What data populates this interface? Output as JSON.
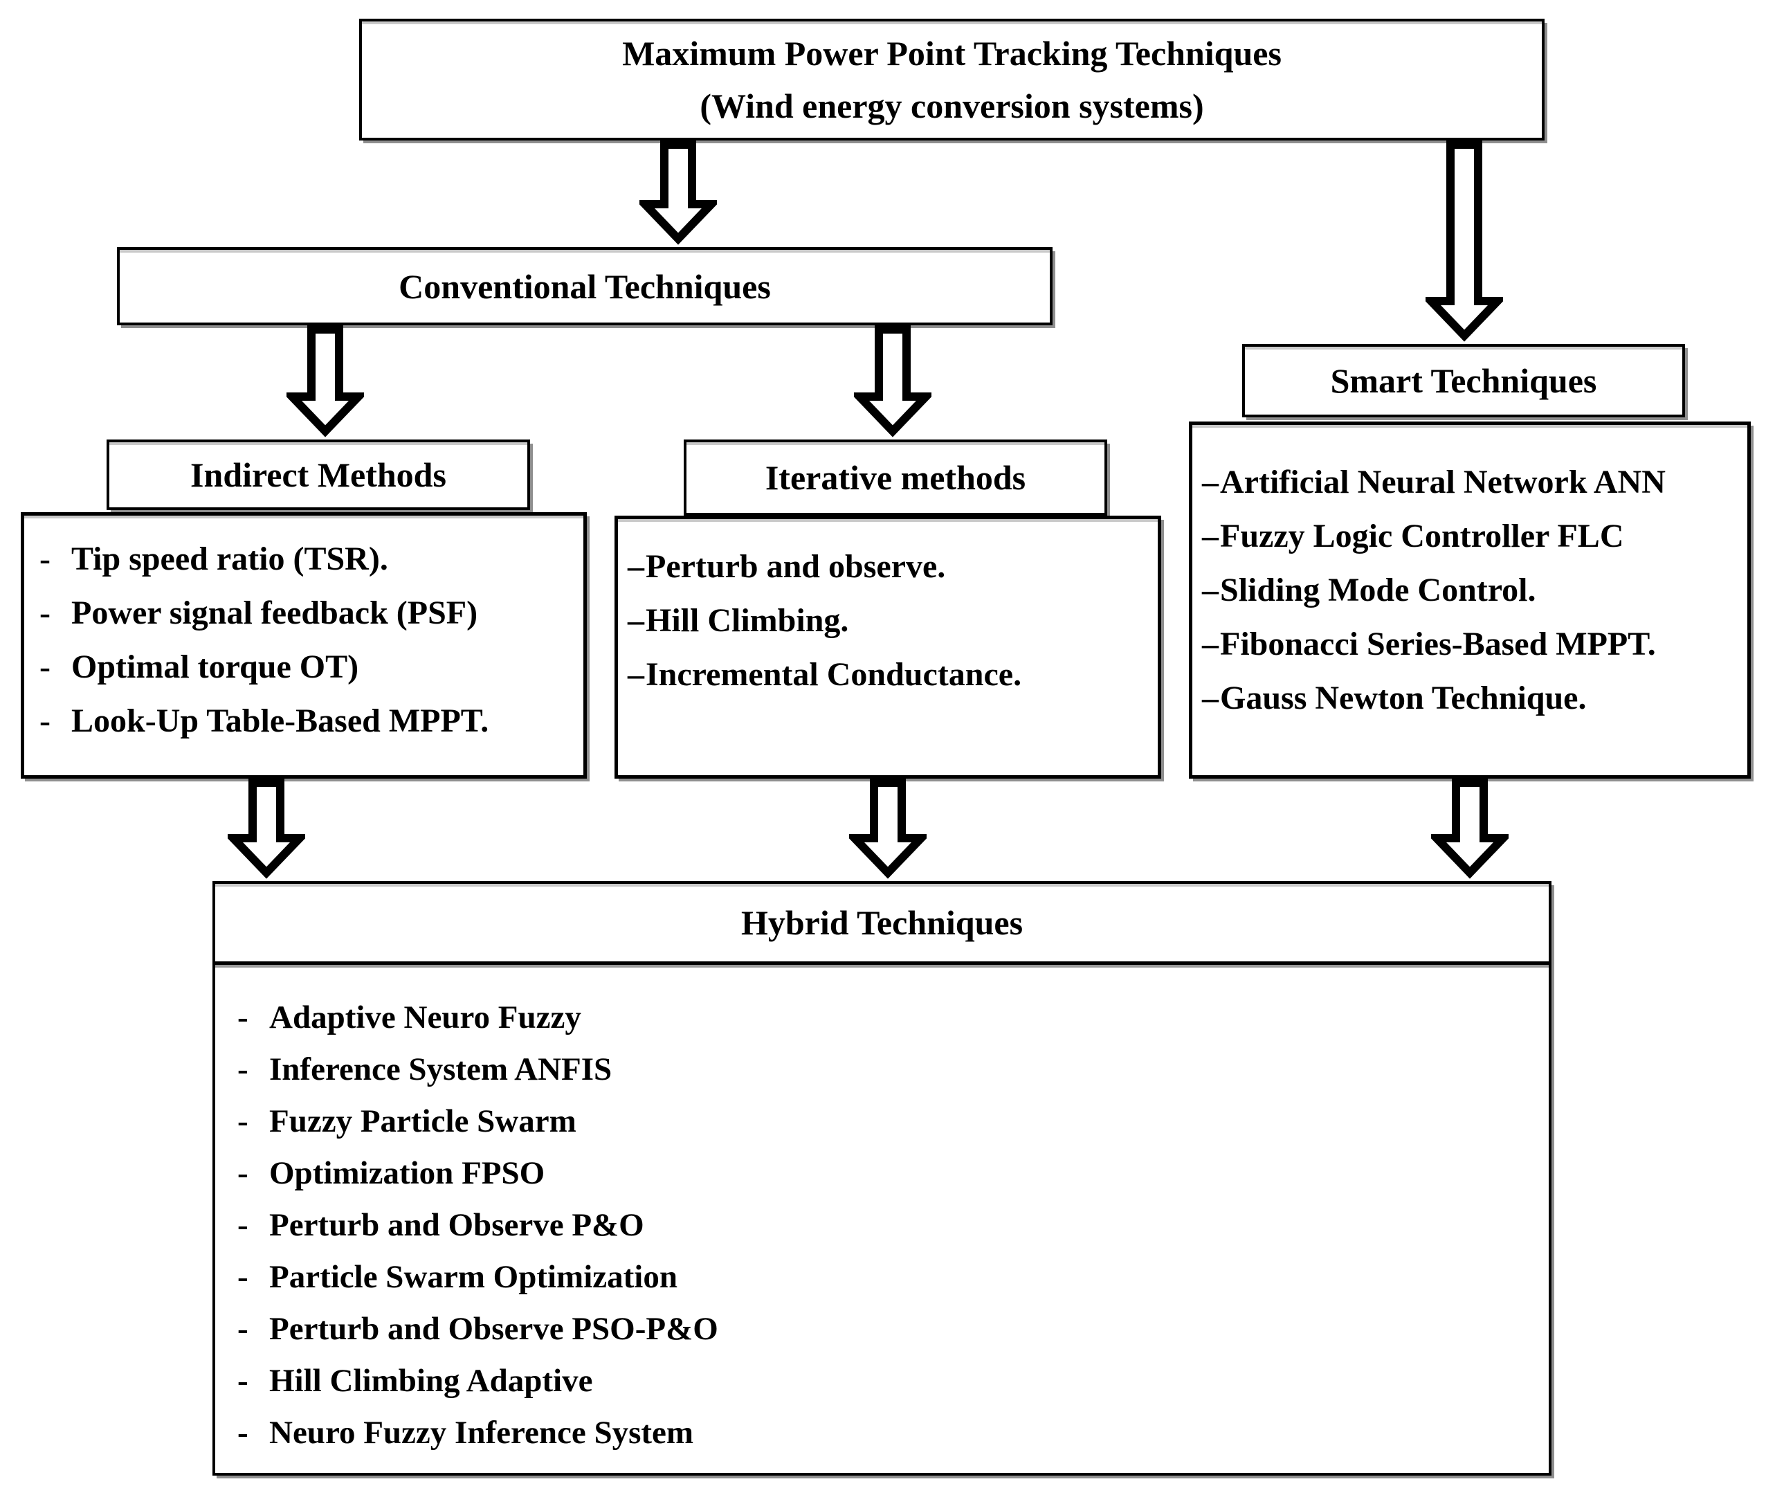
{
  "top_box": {
    "title_line1": "Maximum Power Point Tracking Techniques",
    "title_line2": "(Wind energy conversion systems)"
  },
  "conventional": {
    "title": "Conventional Techniques"
  },
  "indirect": {
    "title": "Indirect Methods",
    "bullet": "-",
    "items": [
      "Tip speed ratio (TSR).",
      "Power signal feedback (PSF)",
      "Optimal torque OT)",
      "Look-Up Table-Based MPPT."
    ]
  },
  "iterative": {
    "title": "Iterative methods",
    "bullet": "–",
    "items": [
      "Perturb and observe.",
      "Hill Climbing.",
      "Incremental Conductance."
    ]
  },
  "smart": {
    "title": "Smart Techniques",
    "bullet": "–",
    "items": [
      "Artificial Neural Network ANN",
      "Fuzzy Logic Controller FLC",
      "Sliding Mode Control.",
      "Fibonacci Series-Based MPPT.",
      "Gauss Newton Technique."
    ]
  },
  "hybrid": {
    "title": "Hybrid Techniques",
    "bullet": "-",
    "items": [
      "Adaptive Neuro Fuzzy",
      "Inference System ANFIS",
      "Fuzzy Particle Swarm",
      "Optimization FPSO",
      "Perturb and Observe P&O",
      "Particle Swarm Optimization",
      "Perturb and Observe PSO-P&O",
      "Hill Climbing Adaptive",
      "Neuro Fuzzy Inference System"
    ]
  },
  "colors": {
    "line": "#000000",
    "background": "#ffffff",
    "shadow": "#8f8f8f"
  }
}
